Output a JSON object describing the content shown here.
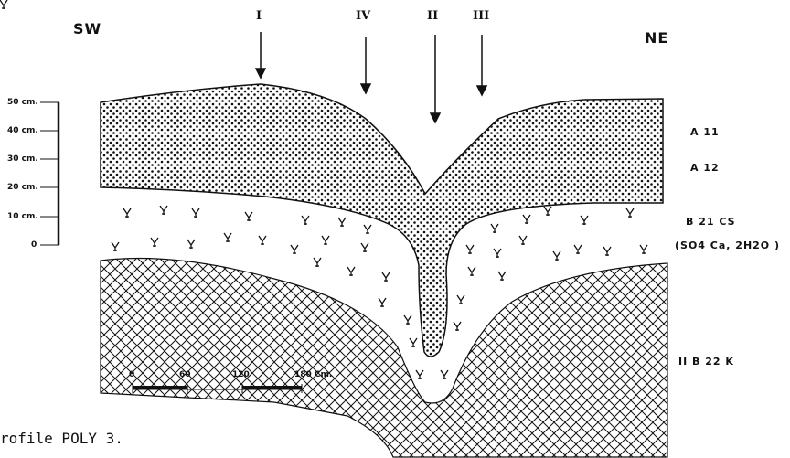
{
  "orientation": {
    "left": "SW",
    "right": "NE"
  },
  "profiles": [
    "I",
    "IV",
    "II",
    "III"
  ],
  "depth_scale": [
    "50 cm.",
    "40 cm.",
    "30 cm.",
    "20 cm.",
    "10 cm.",
    "0"
  ],
  "horizons": {
    "a11": "A 11",
    "a12": "A 12",
    "b21": "B 21 CS",
    "b21_formula": "(SO4 Ca, 2H2O )",
    "b22": "II B 22 K"
  },
  "bar_scale": {
    "ticks": [
      "0",
      "60",
      "120",
      "180 Cm."
    ]
  },
  "caption": "rofile POLY 3."
}
